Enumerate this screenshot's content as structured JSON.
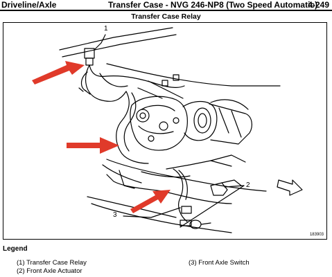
{
  "header": {
    "section": "Driveline/Axle",
    "title": "Transfer Case - NVG 246-NP8 (Two Speed Automatic)",
    "page_number": "4-249"
  },
  "figure": {
    "caption": "Transfer Case Relay",
    "callouts": [
      "1",
      "2",
      "3"
    ],
    "figure_number": "183903",
    "arrow_color": "#e03a2a"
  },
  "legend": {
    "title": "Legend",
    "items": [
      {
        "label": "(1)  Transfer Case Relay"
      },
      {
        "label": "(2)  Front Axle Actuator"
      },
      {
        "label": "(3)  Front Axle Switch"
      }
    ]
  }
}
